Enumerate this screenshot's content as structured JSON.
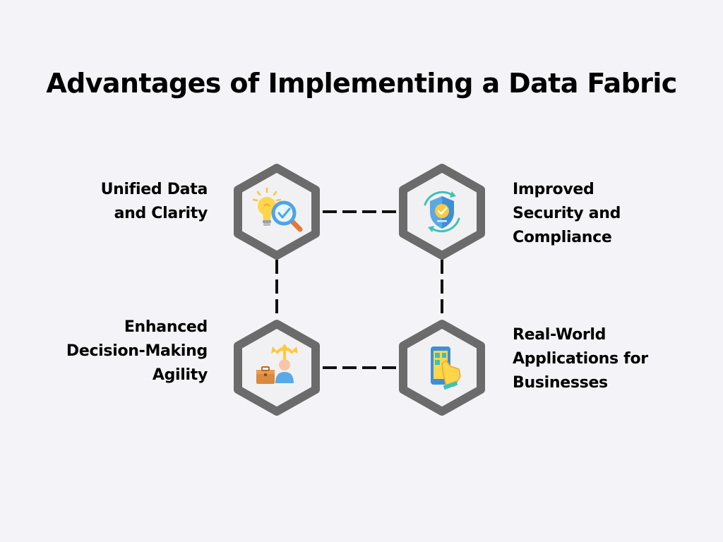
{
  "title": "Advantages of Implementing a Data Fabric",
  "colors": {
    "background": "#f4f4f8",
    "hex_stroke": "#6b6b6b",
    "hex_fill": "#f1f1f4",
    "connector": "#111111",
    "text": "#000000"
  },
  "nodes": [
    {
      "id": "unified-data",
      "label": "Unified Data\nand Clarity",
      "icon": "lightbulb-magnifier-icon"
    },
    {
      "id": "improved-security",
      "label": "Improved\nSecurity and\nCompliance",
      "icon": "shield-check-icon"
    },
    {
      "id": "decision-agility",
      "label": "Enhanced\nDecision-Making\nAgility",
      "icon": "businessperson-arrows-icon"
    },
    {
      "id": "real-world-apps",
      "label": "Real-World\nApplications for\nBusinesses",
      "icon": "phone-touch-icon"
    }
  ]
}
